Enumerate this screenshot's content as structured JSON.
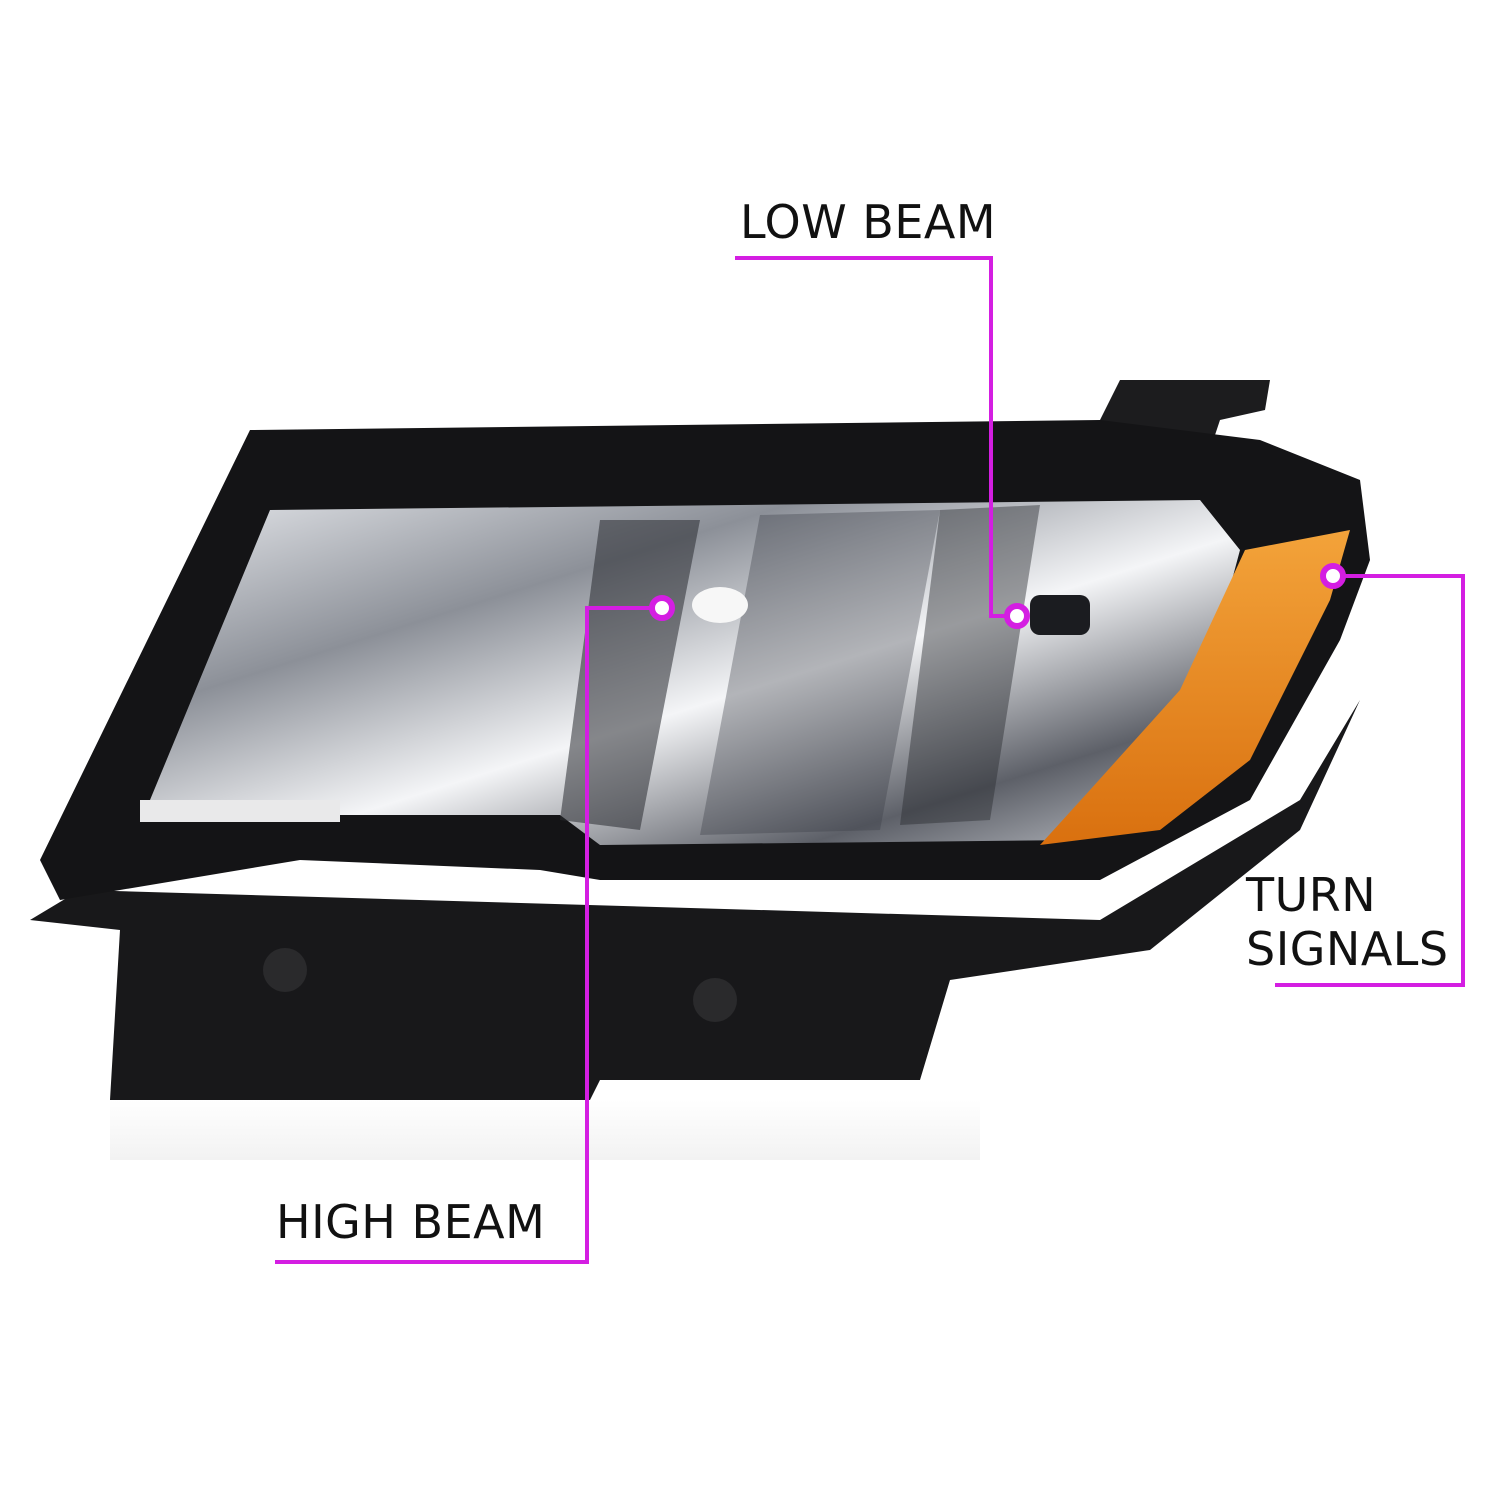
{
  "callouts": {
    "low_beam": "LOW BEAM",
    "high_beam": "HIGH BEAM",
    "turn_signals_line1": "TURN",
    "turn_signals_line2": "SIGNALS"
  },
  "colors": {
    "callout": "#d41ee2",
    "housing": "#141416",
    "amber": "#e88a1c",
    "background": "#ffffff"
  }
}
